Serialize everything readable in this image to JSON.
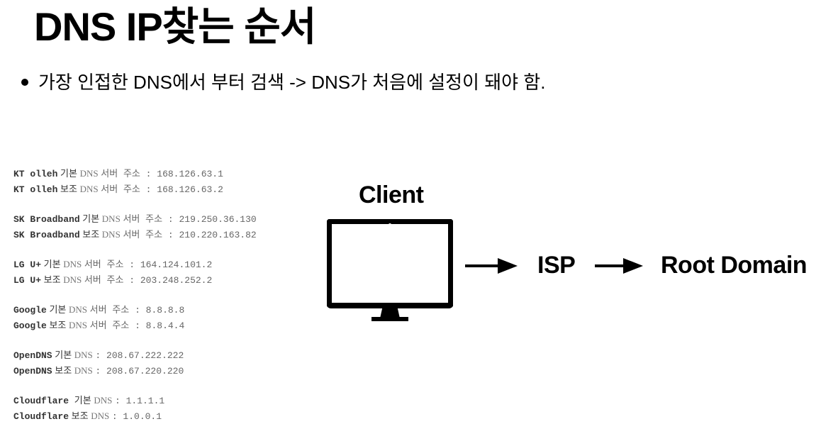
{
  "title": "DNS IP찾는 순서",
  "bullet": "가장 인접한 DNS에서 부터 검색 -> DNS가 처음에 설정이 돼야 함.",
  "dns_list": [
    {
      "lines": [
        {
          "provider": "KT olleh",
          "kind": "기본",
          "dns": "DNS",
          "rest": "서버 주소 : 168.126.63.1"
        },
        {
          "provider": "KT olleh",
          "kind": "보조",
          "dns": "DNS",
          "rest": "서버 주소 : 168.126.63.2"
        }
      ]
    },
    {
      "lines": [
        {
          "provider": "SK Broadband",
          "kind": "기본",
          "dns": "DNS",
          "rest": "서버 주소 : 219.250.36.130"
        },
        {
          "provider": "SK Broadband",
          "kind": "보조",
          "dns": "DNS",
          "rest": "서버 주소 : 210.220.163.82"
        }
      ]
    },
    {
      "lines": [
        {
          "provider": "LG U+",
          "kind": "기본",
          "dns": "DNS",
          "rest": "서버 주소 : 164.124.101.2"
        },
        {
          "provider": "LG U+",
          "kind": "보조",
          "dns": "DNS",
          "rest": "서버 주소 : 203.248.252.2"
        }
      ]
    },
    {
      "lines": [
        {
          "provider": "Google",
          "kind": "기본",
          "dns": "DNS",
          "rest": "서버 주소 : 8.8.8.8"
        },
        {
          "provider": "Google",
          "kind": "보조",
          "dns": "DNS",
          "rest": "서버 주소 : 8.8.4.4"
        }
      ]
    },
    {
      "lines": [
        {
          "provider": "OpenDNS",
          "kind": "기본",
          "dns": "DNS",
          "rest": ": 208.67.222.222"
        },
        {
          "provider": "OpenDNS",
          "kind": "보조",
          "dns": "DNS",
          "rest": ": 208.67.220.220"
        }
      ]
    },
    {
      "lines": [
        {
          "provider": "Cloudflare",
          "kind": " 기본",
          "dns": "DNS",
          "rest": ": 1.1.1.1"
        },
        {
          "provider": "Cloudflare",
          "kind": "보조",
          "dns": "DNS",
          "rest": ": 1.0.0.1"
        }
      ]
    }
  ],
  "diagram": {
    "client": "Client",
    "isp": "ISP",
    "root": "Root Domain"
  },
  "icons": {
    "monitor": "monitor-icon",
    "arrow": "arrow-right-icon"
  }
}
